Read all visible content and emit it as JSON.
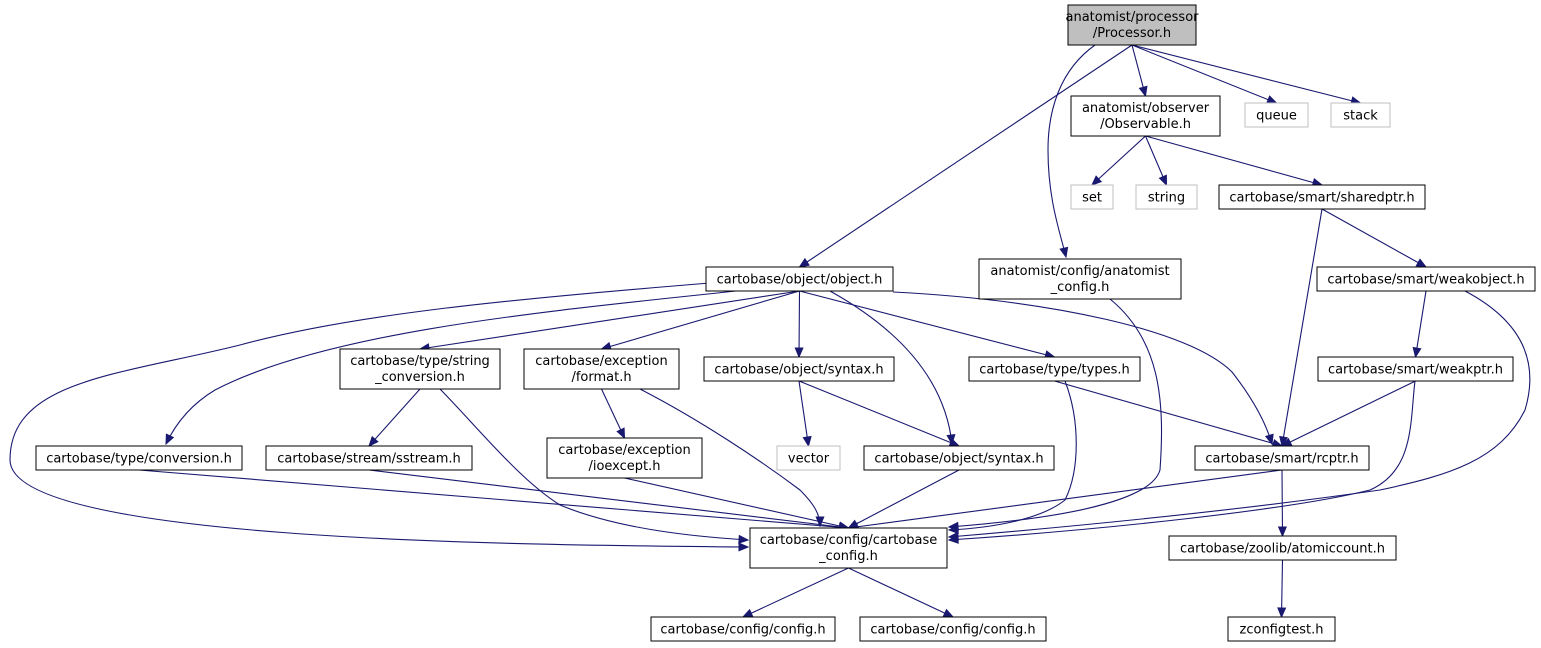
{
  "diagram": {
    "nodes": [
      {
        "id": "processor",
        "lines": [
          "anatomist/processor",
          "/Processor.h"
        ],
        "style": "root"
      },
      {
        "id": "observable",
        "lines": [
          "anatomist/observer",
          "/Observable.h"
        ],
        "style": "normal"
      },
      {
        "id": "queue",
        "lines": [
          "queue"
        ],
        "style": "external"
      },
      {
        "id": "stack",
        "lines": [
          "stack"
        ],
        "style": "external"
      },
      {
        "id": "set",
        "lines": [
          "set"
        ],
        "style": "external"
      },
      {
        "id": "string",
        "lines": [
          "string"
        ],
        "style": "external"
      },
      {
        "id": "sharedptr",
        "lines": [
          "cartobase/smart/sharedptr.h"
        ],
        "style": "normal"
      },
      {
        "id": "object",
        "lines": [
          "cartobase/object/object.h"
        ],
        "style": "normal"
      },
      {
        "id": "anaconfig",
        "lines": [
          "anatomist/config/anatomist",
          "_config.h"
        ],
        "style": "normal"
      },
      {
        "id": "weakobject",
        "lines": [
          "cartobase/smart/weakobject.h"
        ],
        "style": "normal"
      },
      {
        "id": "stringconv",
        "lines": [
          "cartobase/type/string",
          "_conversion.h"
        ],
        "style": "normal"
      },
      {
        "id": "format",
        "lines": [
          "cartobase/exception",
          "/format.h"
        ],
        "style": "normal"
      },
      {
        "id": "syntax1",
        "lines": [
          "cartobase/object/syntax.h"
        ],
        "style": "normal"
      },
      {
        "id": "types",
        "lines": [
          "cartobase/type/types.h"
        ],
        "style": "normal"
      },
      {
        "id": "weakptr",
        "lines": [
          "cartobase/smart/weakptr.h"
        ],
        "style": "normal"
      },
      {
        "id": "conversion",
        "lines": [
          "cartobase/type/conversion.h"
        ],
        "style": "normal"
      },
      {
        "id": "sstream",
        "lines": [
          "cartobase/stream/sstream.h"
        ],
        "style": "normal"
      },
      {
        "id": "ioexcept",
        "lines": [
          "cartobase/exception",
          "/ioexcept.h"
        ],
        "style": "normal"
      },
      {
        "id": "vector",
        "lines": [
          "vector"
        ],
        "style": "external"
      },
      {
        "id": "syntax2",
        "lines": [
          "cartobase/object/syntax.h"
        ],
        "style": "normal"
      },
      {
        "id": "rcptr",
        "lines": [
          "cartobase/smart/rcptr.h"
        ],
        "style": "normal"
      },
      {
        "id": "cartoconfig",
        "lines": [
          "cartobase/config/cartobase",
          "_config.h"
        ],
        "style": "normal"
      },
      {
        "id": "atomiccount",
        "lines": [
          "cartobase/zoolib/atomiccount.h"
        ],
        "style": "normal"
      },
      {
        "id": "config1",
        "lines": [
          "cartobase/config/config.h"
        ],
        "style": "normal"
      },
      {
        "id": "config2",
        "lines": [
          "cartobase/config/config.h"
        ],
        "style": "normal"
      },
      {
        "id": "zconfigtest",
        "lines": [
          "zconfigtest.h"
        ],
        "style": "normal"
      }
    ],
    "edges": [
      [
        "processor",
        "object"
      ],
      [
        "processor",
        "anaconfig"
      ],
      [
        "processor",
        "observable"
      ],
      [
        "processor",
        "queue"
      ],
      [
        "processor",
        "stack"
      ],
      [
        "observable",
        "set"
      ],
      [
        "observable",
        "string"
      ],
      [
        "observable",
        "sharedptr"
      ],
      [
        "sharedptr",
        "rcptr"
      ],
      [
        "sharedptr",
        "weakobject"
      ],
      [
        "weakobject",
        "weakptr"
      ],
      [
        "weakobject",
        "cartoconfig"
      ],
      [
        "weakptr",
        "rcptr"
      ],
      [
        "weakptr",
        "cartoconfig"
      ],
      [
        "anaconfig",
        "cartoconfig"
      ],
      [
        "object",
        "conversion"
      ],
      [
        "object",
        "stringconv"
      ],
      [
        "object",
        "format"
      ],
      [
        "object",
        "syntax1"
      ],
      [
        "object",
        "syntax2"
      ],
      [
        "object",
        "types"
      ],
      [
        "object",
        "rcptr"
      ],
      [
        "object",
        "cartoconfig"
      ],
      [
        "stringconv",
        "sstream"
      ],
      [
        "stringconv",
        "cartoconfig"
      ],
      [
        "format",
        "ioexcept"
      ],
      [
        "format",
        "cartoconfig"
      ],
      [
        "syntax1",
        "vector"
      ],
      [
        "syntax1",
        "syntax2"
      ],
      [
        "types",
        "rcptr"
      ],
      [
        "types",
        "cartoconfig"
      ],
      [
        "conversion",
        "cartoconfig"
      ],
      [
        "sstream",
        "cartoconfig"
      ],
      [
        "ioexcept",
        "cartoconfig"
      ],
      [
        "syntax2",
        "cartoconfig"
      ],
      [
        "rcptr",
        "cartoconfig"
      ],
      [
        "rcptr",
        "atomiccount"
      ],
      [
        "atomiccount",
        "zconfigtest"
      ],
      [
        "cartoconfig",
        "config1"
      ],
      [
        "cartoconfig",
        "config2"
      ]
    ]
  }
}
